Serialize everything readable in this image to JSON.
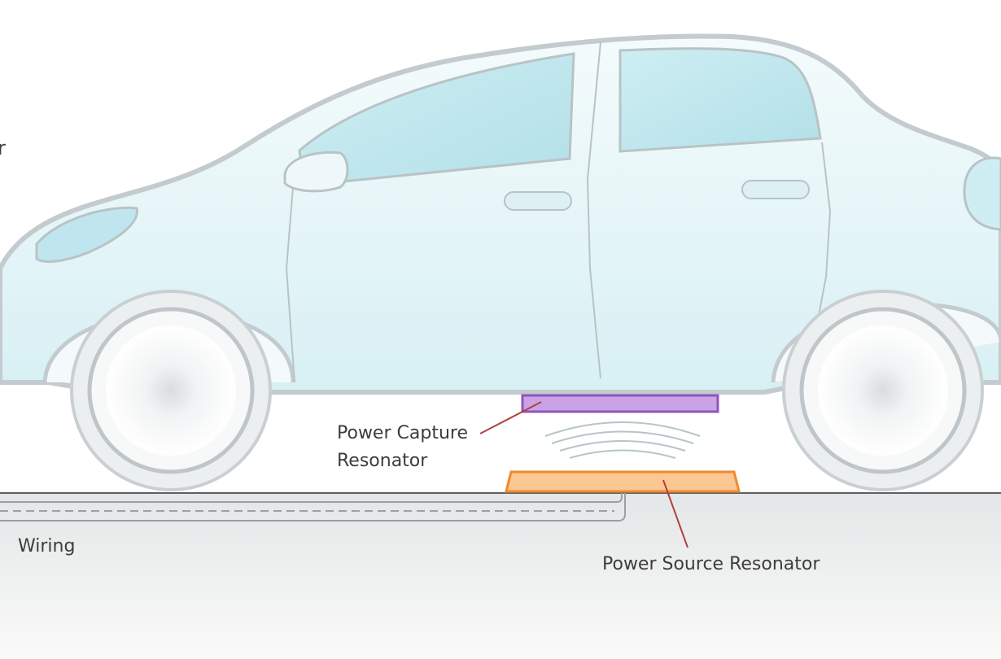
{
  "labels": {
    "capture_line1": "Power Capture",
    "capture_line2": "Resonator",
    "wiring": "Wiring",
    "source": "Power Source Resonator",
    "edge_fragment": "r"
  },
  "colors": {
    "car_body": "#e6f6f9",
    "car_outline": "#c9d0d3",
    "window": "#bfe6ee",
    "capture_resonator": "#9a63c6",
    "source_resonator": "#f7a35c",
    "leader_line": "#c0504d",
    "ground": "#eceeef",
    "waves": "#aebfc4"
  }
}
